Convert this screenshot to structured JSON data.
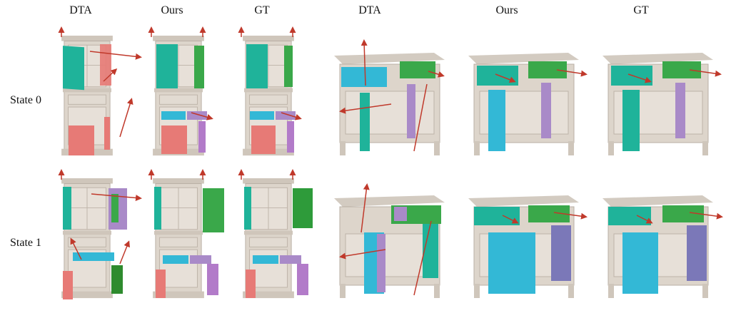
{
  "headers": {
    "left": [
      "DTA",
      "Ours",
      "GT"
    ],
    "right": [
      "DTA",
      "Ours",
      "GT"
    ]
  },
  "rows": [
    "State 0",
    "State 1"
  ],
  "colors": {
    "frame": "#d8d0c6",
    "frame_dark": "#b9afa4",
    "teal": "#1fb39a",
    "green": "#3aa84a",
    "red": "#e77a76",
    "cyan": "#33b8d6",
    "purple": "#a98ac8",
    "arrow": "#c0392b"
  }
}
